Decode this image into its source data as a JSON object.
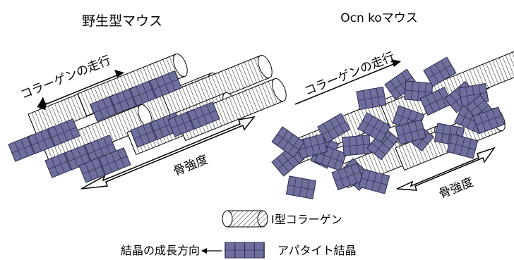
{
  "panels": {
    "left_title": "野生型マウス",
    "right_title": "Ocn koマウス"
  },
  "labels": {
    "collagen_direction": "コラーゲンの走行",
    "bone_strength": "骨強度"
  },
  "legend": {
    "collagen": "I型コラーゲン",
    "apatite": "アパタイト結晶",
    "crystal_growth": "結晶の成長方向"
  },
  "colors": {
    "crystal_fill": "#6f6f9e",
    "crystal_stroke": "#2a2a4a",
    "fiber_stroke": "#000000"
  },
  "icons": {
    "collagen": "collagen-fiber-icon",
    "apatite": "apatite-crystal-icon",
    "arrow": "left-arrow-icon"
  }
}
